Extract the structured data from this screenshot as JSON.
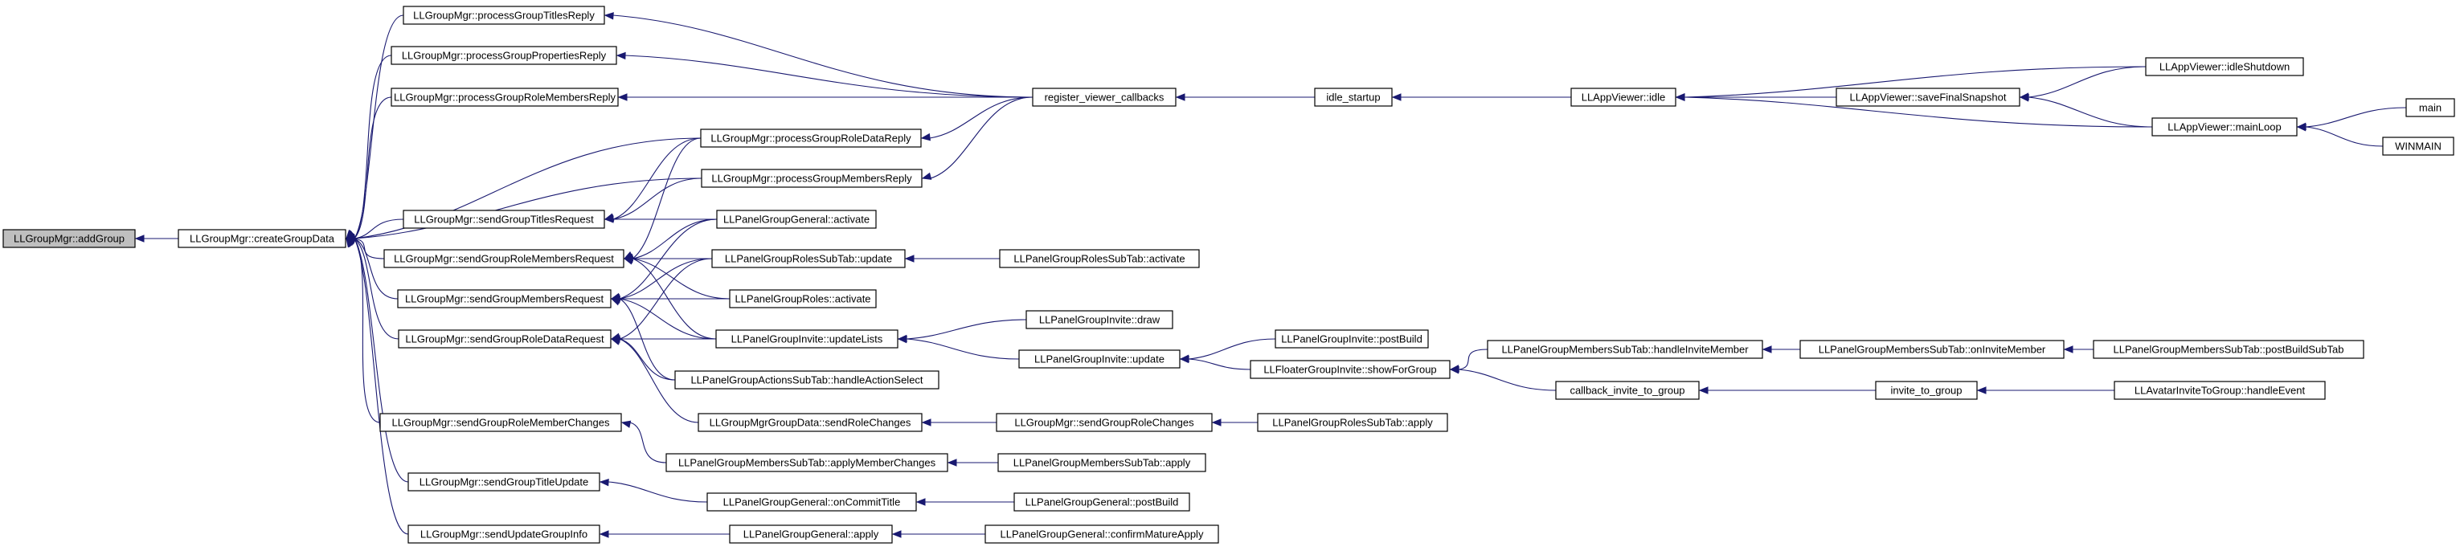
{
  "colors": {
    "edge": "#191970",
    "root_fill": "#bfbfbf",
    "node_fill": "#ffffff",
    "border": "#000000"
  },
  "nodes": [
    {
      "id": "addGroup",
      "label": "LLGroupMgr::addGroup"
    },
    {
      "id": "createGroupData",
      "label": "LLGroupMgr::createGroupData"
    },
    {
      "id": "processGroupTitlesReply",
      "label": "LLGroupMgr::processGroupTitlesReply"
    },
    {
      "id": "processGroupPropertiesReply",
      "label": "LLGroupMgr::processGroupPropertiesReply"
    },
    {
      "id": "processGroupRoleMembersReply",
      "label": "LLGroupMgr::processGroupRoleMembersReply"
    },
    {
      "id": "processGroupRoleDataReply",
      "label": "LLGroupMgr::processGroupRoleDataReply"
    },
    {
      "id": "processGroupMembersReply",
      "label": "LLGroupMgr::processGroupMembersReply"
    },
    {
      "id": "sendGroupTitlesRequest",
      "label": "LLGroupMgr::sendGroupTitlesRequest"
    },
    {
      "id": "sendGroupRoleMembersRequest",
      "label": "LLGroupMgr::sendGroupRoleMembersRequest"
    },
    {
      "id": "sendGroupMembersRequest",
      "label": "LLGroupMgr::sendGroupMembersRequest"
    },
    {
      "id": "sendGroupRoleDataRequest",
      "label": "LLGroupMgr::sendGroupRoleDataRequest"
    },
    {
      "id": "sendGroupRoleMemberChanges",
      "label": "LLGroupMgr::sendGroupRoleMemberChanges"
    },
    {
      "id": "sendGroupTitleUpdate",
      "label": "LLGroupMgr::sendGroupTitleUpdate"
    },
    {
      "id": "sendUpdateGroupInfo",
      "label": "LLGroupMgr::sendUpdateGroupInfo"
    },
    {
      "id": "register_viewer_callbacks",
      "label": "register_viewer_callbacks"
    },
    {
      "id": "idle_startup",
      "label": "idle_startup"
    },
    {
      "id": "LLAppViewer_idle",
      "label": "LLAppViewer::idle"
    },
    {
      "id": "saveFinalSnapshot",
      "label": "LLAppViewer::saveFinalSnapshot"
    },
    {
      "id": "idleShutdown",
      "label": "LLAppViewer::idleShutdown"
    },
    {
      "id": "mainLoop",
      "label": "LLAppViewer::mainLoop"
    },
    {
      "id": "main",
      "label": "main"
    },
    {
      "id": "WINMAIN",
      "label": "WINMAIN"
    },
    {
      "id": "pgGeneral_activate",
      "label": "LLPanelGroupGeneral::activate"
    },
    {
      "id": "pgRolesSubTab_update",
      "label": "LLPanelGroupRolesSubTab::update"
    },
    {
      "id": "pgRolesSubTab_activate",
      "label": "LLPanelGroupRolesSubTab::activate"
    },
    {
      "id": "pgRoles_activate",
      "label": "LLPanelGroupRoles::activate"
    },
    {
      "id": "pgInvite_updateLists",
      "label": "LLPanelGroupInvite::updateLists"
    },
    {
      "id": "pgInvite_draw",
      "label": "LLPanelGroupInvite::draw"
    },
    {
      "id": "pgInvite_update",
      "label": "LLPanelGroupInvite::update"
    },
    {
      "id": "pgInvite_postBuild",
      "label": "LLPanelGroupInvite::postBuild"
    },
    {
      "id": "floaterInvite_showForGroup",
      "label": "LLFloaterGroupInvite::showForGroup"
    },
    {
      "id": "pgMembersSubTab_handleInviteMember",
      "label": "LLPanelGroupMembersSubTab::handleInviteMember"
    },
    {
      "id": "pgMembersSubTab_onInviteMember",
      "label": "LLPanelGroupMembersSubTab::onInviteMember"
    },
    {
      "id": "pgMembersSubTab_postBuildSubTab",
      "label": "LLPanelGroupMembersSubTab::postBuildSubTab"
    },
    {
      "id": "callback_invite_to_group",
      "label": "callback_invite_to_group"
    },
    {
      "id": "invite_to_group",
      "label": "invite_to_group"
    },
    {
      "id": "avatarInvite_handleEvent",
      "label": "LLAvatarInviteToGroup::handleEvent"
    },
    {
      "id": "pgActionsSubTab_handleActionSelect",
      "label": "LLPanelGroupActionsSubTab::handleActionSelect"
    },
    {
      "id": "mgrGroupData_sendRoleChanges",
      "label": "LLGroupMgrGroupData::sendRoleChanges"
    },
    {
      "id": "sendGroupRoleChanges",
      "label": "LLGroupMgr::sendGroupRoleChanges"
    },
    {
      "id": "pgRolesSubTab_apply",
      "label": "LLPanelGroupRolesSubTab::apply"
    },
    {
      "id": "pgMembersSubTab_applyMemberChanges",
      "label": "LLPanelGroupMembersSubTab::applyMemberChanges"
    },
    {
      "id": "pgMembersSubTab_apply",
      "label": "LLPanelGroupMembersSubTab::apply"
    },
    {
      "id": "pgGeneral_onCommitTitle",
      "label": "LLPanelGroupGeneral::onCommitTitle"
    },
    {
      "id": "pgGeneral_postBuild",
      "label": "LLPanelGroupGeneral::postBuild"
    },
    {
      "id": "pgGeneral_apply",
      "label": "LLPanelGroupGeneral::apply"
    },
    {
      "id": "pgGeneral_confirmMatureApply",
      "label": "LLPanelGroupGeneral::confirmMatureApply"
    }
  ],
  "edges": [
    [
      "createGroupData",
      "addGroup"
    ],
    [
      "processGroupTitlesReply",
      "createGroupData"
    ],
    [
      "processGroupPropertiesReply",
      "createGroupData"
    ],
    [
      "processGroupRoleMembersReply",
      "createGroupData"
    ],
    [
      "processGroupRoleDataReply",
      "createGroupData"
    ],
    [
      "processGroupMembersReply",
      "createGroupData"
    ],
    [
      "sendGroupTitlesRequest",
      "createGroupData"
    ],
    [
      "sendGroupRoleMembersRequest",
      "createGroupData"
    ],
    [
      "sendGroupMembersRequest",
      "createGroupData"
    ],
    [
      "sendGroupRoleDataRequest",
      "createGroupData"
    ],
    [
      "sendGroupRoleMemberChanges",
      "createGroupData"
    ],
    [
      "sendGroupTitleUpdate",
      "createGroupData"
    ],
    [
      "sendUpdateGroupInfo",
      "createGroupData"
    ],
    [
      "register_viewer_callbacks",
      "processGroupTitlesReply"
    ],
    [
      "register_viewer_callbacks",
      "processGroupPropertiesReply"
    ],
    [
      "register_viewer_callbacks",
      "processGroupRoleMembersReply"
    ],
    [
      "register_viewer_callbacks",
      "processGroupRoleDataReply"
    ],
    [
      "register_viewer_callbacks",
      "processGroupMembersReply"
    ],
    [
      "idle_startup",
      "register_viewer_callbacks"
    ],
    [
      "LLAppViewer_idle",
      "idle_startup"
    ],
    [
      "saveFinalSnapshot",
      "LLAppViewer_idle"
    ],
    [
      "idleShutdown",
      "LLAppViewer_idle"
    ],
    [
      "mainLoop",
      "LLAppViewer_idle"
    ],
    [
      "idleShutdown",
      "saveFinalSnapshot"
    ],
    [
      "mainLoop",
      "saveFinalSnapshot"
    ],
    [
      "main",
      "mainLoop"
    ],
    [
      "WINMAIN",
      "mainLoop"
    ],
    [
      "processGroupRoleDataReply",
      "sendGroupTitlesRequest"
    ],
    [
      "processGroupMembersReply",
      "sendGroupTitlesRequest"
    ],
    [
      "pgGeneral_activate",
      "sendGroupTitlesRequest"
    ],
    [
      "processGroupRoleDataReply",
      "sendGroupRoleMembersRequest"
    ],
    [
      "pgGeneral_activate",
      "sendGroupRoleMembersRequest"
    ],
    [
      "pgRolesSubTab_update",
      "sendGroupRoleMembersRequest"
    ],
    [
      "pgRoles_activate",
      "sendGroupRoleMembersRequest"
    ],
    [
      "pgInvite_updateLists",
      "sendGroupRoleMembersRequest"
    ],
    [
      "pgGeneral_activate",
      "sendGroupMembersRequest"
    ],
    [
      "pgRolesSubTab_update",
      "sendGroupMembersRequest"
    ],
    [
      "pgRoles_activate",
      "sendGroupMembersRequest"
    ],
    [
      "pgInvite_updateLists",
      "sendGroupMembersRequest"
    ],
    [
      "pgActionsSubTab_handleActionSelect",
      "sendGroupMembersRequest"
    ],
    [
      "pgRolesSubTab_update",
      "sendGroupRoleDataRequest"
    ],
    [
      "pgInvite_updateLists",
      "sendGroupRoleDataRequest"
    ],
    [
      "pgActionsSubTab_handleActionSelect",
      "sendGroupRoleDataRequest"
    ],
    [
      "mgrGroupData_sendRoleChanges",
      "sendGroupRoleDataRequest"
    ],
    [
      "pgRolesSubTab_activate",
      "pgRolesSubTab_update"
    ],
    [
      "pgInvite_draw",
      "pgInvite_updateLists"
    ],
    [
      "pgInvite_update",
      "pgInvite_updateLists"
    ],
    [
      "pgInvite_postBuild",
      "pgInvite_update"
    ],
    [
      "floaterInvite_showForGroup",
      "pgInvite_update"
    ],
    [
      "pgMembersSubTab_handleInviteMember",
      "floaterInvite_showForGroup"
    ],
    [
      "callback_invite_to_group",
      "floaterInvite_showForGroup"
    ],
    [
      "pgMembersSubTab_onInviteMember",
      "pgMembersSubTab_handleInviteMember"
    ],
    [
      "pgMembersSubTab_postBuildSubTab",
      "pgMembersSubTab_onInviteMember"
    ],
    [
      "invite_to_group",
      "callback_invite_to_group"
    ],
    [
      "avatarInvite_handleEvent",
      "invite_to_group"
    ],
    [
      "sendGroupRoleChanges",
      "mgrGroupData_sendRoleChanges"
    ],
    [
      "pgRolesSubTab_apply",
      "sendGroupRoleChanges"
    ],
    [
      "pgMembersSubTab_applyMemberChanges",
      "sendGroupRoleMemberChanges"
    ],
    [
      "pgMembersSubTab_apply",
      "pgMembersSubTab_applyMemberChanges"
    ],
    [
      "pgGeneral_onCommitTitle",
      "sendGroupTitleUpdate"
    ],
    [
      "pgGeneral_postBuild",
      "pgGeneral_onCommitTitle"
    ],
    [
      "pgGeneral_apply",
      "sendUpdateGroupInfo"
    ],
    [
      "pgGeneral_confirmMatureApply",
      "pgGeneral_apply"
    ]
  ]
}
